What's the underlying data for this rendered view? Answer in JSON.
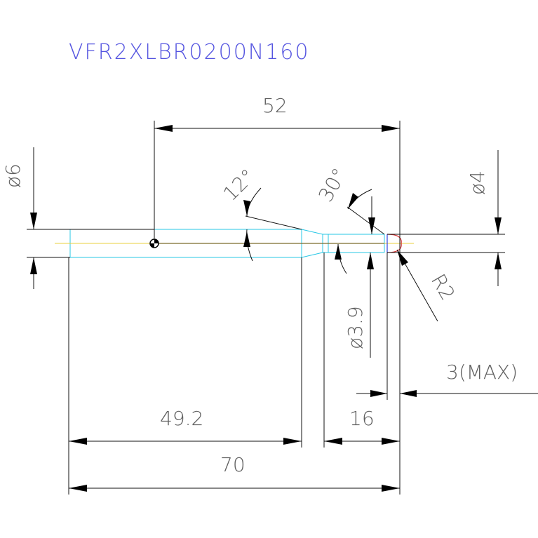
{
  "title": "VFR2XLBR0200N160",
  "dimensions": {
    "d52": "52",
    "phi6": "ø6",
    "angle12": "12°",
    "angle30": "30°",
    "phi4": "ø4",
    "r2": "R2",
    "phi39": "ø3.9",
    "max3": "3(MAX)",
    "d492": "49.2",
    "d16": "16",
    "d70": "70"
  },
  "colors": {
    "title": "#5555e0",
    "tool_outline": "#27c7e6",
    "center_axis": "#e8d23c",
    "tip_radius": "#d23030",
    "dimension_lines": "#111111"
  }
}
